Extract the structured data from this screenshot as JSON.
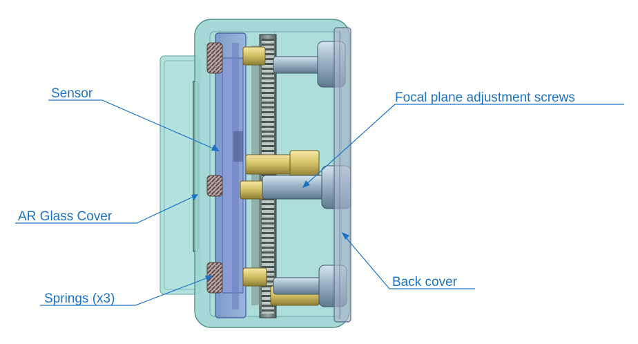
{
  "diagram": {
    "accent_color": "#1b73c8",
    "housing_color": "#8fd1cf",
    "labels": {
      "sensor": "Sensor",
      "ar_glass_cover": "AR Glass Cover",
      "springs": "Springs (x3)",
      "focal_screws": "Focal plane adjustment screws",
      "back_cover": "Back cover"
    }
  }
}
